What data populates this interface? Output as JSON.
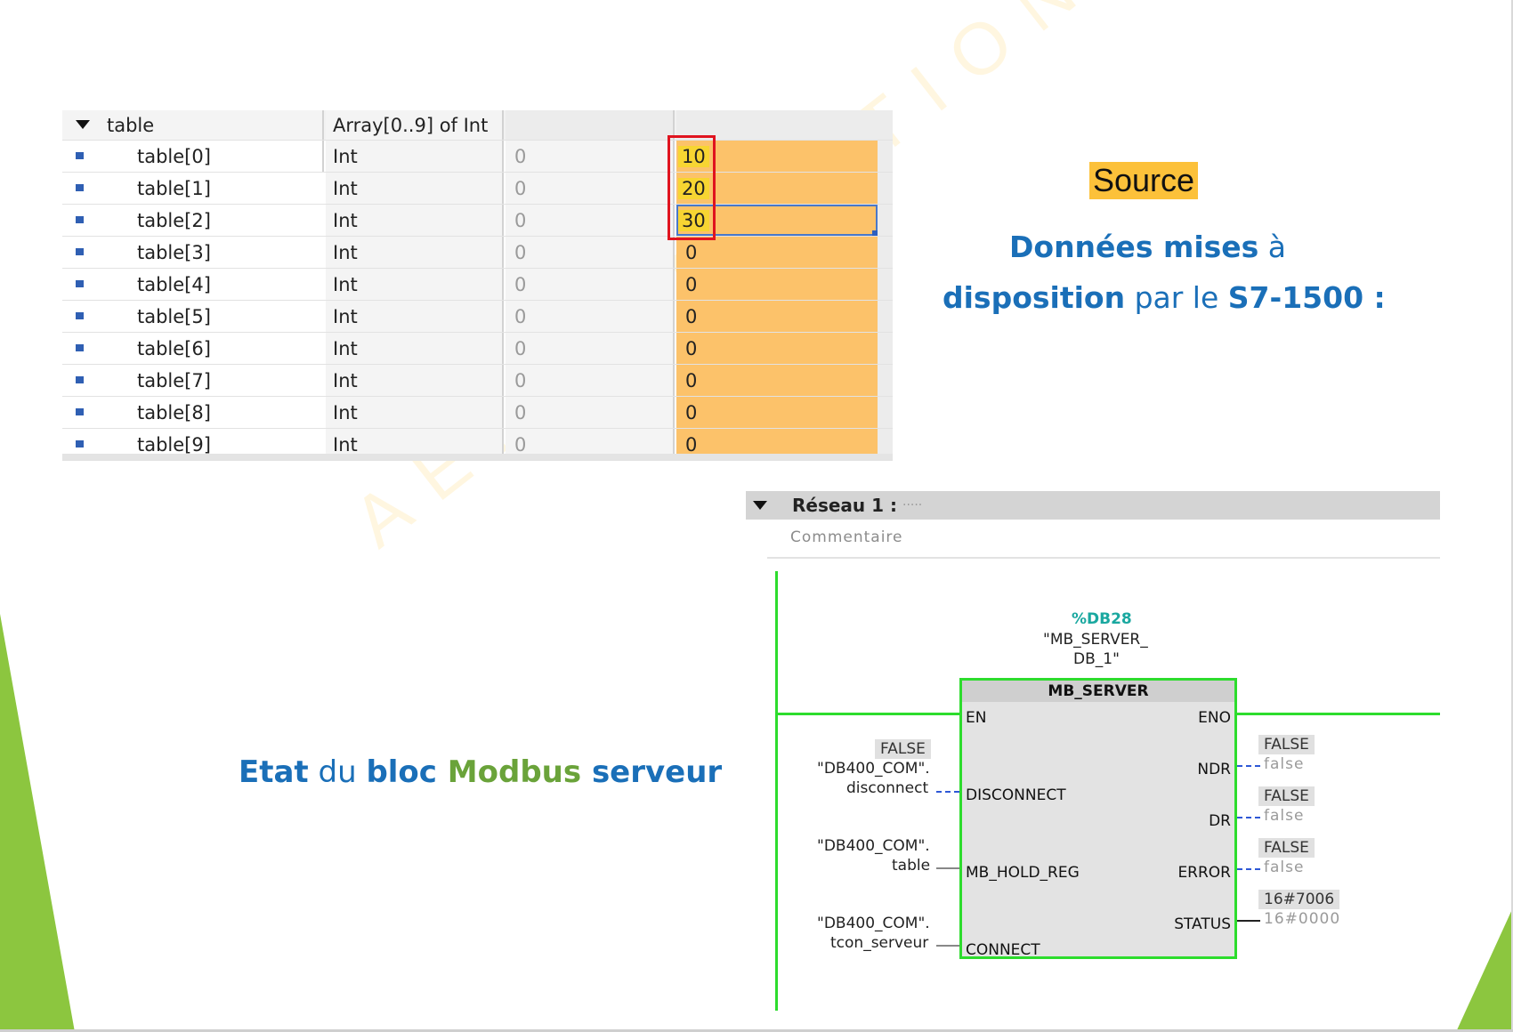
{
  "table": {
    "header": {
      "name": "table",
      "type": "Array[0..9] of Int"
    },
    "rows": [
      {
        "name": "table[0]",
        "type": "Int",
        "start": "0",
        "monitor": "10"
      },
      {
        "name": "table[1]",
        "type": "Int",
        "start": "0",
        "monitor": "20"
      },
      {
        "name": "table[2]",
        "type": "Int",
        "start": "0",
        "monitor": "30"
      },
      {
        "name": "table[3]",
        "type": "Int",
        "start": "0",
        "monitor": "0"
      },
      {
        "name": "table[4]",
        "type": "Int",
        "start": "0",
        "monitor": "0"
      },
      {
        "name": "table[5]",
        "type": "Int",
        "start": "0",
        "monitor": "0"
      },
      {
        "name": "table[6]",
        "type": "Int",
        "start": "0",
        "monitor": "0"
      },
      {
        "name": "table[7]",
        "type": "Int",
        "start": "0",
        "monitor": "0"
      },
      {
        "name": "table[8]",
        "type": "Int",
        "start": "0",
        "monitor": "0"
      },
      {
        "name": "table[9]",
        "type": "Int",
        "start": "0",
        "monitor": "0"
      }
    ],
    "highlight_color": "#fcc26a"
  },
  "slide": {
    "source_label": "Source",
    "desc": {
      "line1_bold": "Données mises",
      "line1_rest": " à",
      "line2_bold": "disposition",
      "line2_mid": " par le ",
      "line2_bold2": "S7-1500 :"
    },
    "etat": {
      "p1": "Etat",
      "p2": " du ",
      "p3": "bloc",
      "p4": " Modbus ",
      "p5": "serveur"
    },
    "watermark": "AEI FORMATION OUEST"
  },
  "network": {
    "title": "Réseau 1 :",
    "title_suffix": ".....",
    "comment": "Commentaire",
    "instance_db": "%DB28",
    "instance_name_1": "\"MB_SERVER_",
    "instance_name_2": "DB_1\"",
    "block": {
      "title": "MB_SERVER",
      "pin_en": "EN",
      "pin_eno": "ENO",
      "pin_disconnect": "DISCONNECT",
      "pin_hold_reg": "MB_HOLD_REG",
      "pin_connect": "CONNECT",
      "pin_ndr": "NDR",
      "pin_dr": "DR",
      "pin_error": "ERROR",
      "pin_status": "STATUS"
    },
    "inputs": {
      "disconnect_value": "FALSE",
      "disconnect_line1": "\"DB400_COM\".",
      "disconnect_line2": "disconnect",
      "hold_line1": "\"DB400_COM\".",
      "hold_line2": "table",
      "connect_line1": "\"DB400_COM\".",
      "connect_line2": "tcon_serveur"
    },
    "outputs": {
      "ndr_value": "FALSE",
      "ndr_sub": "false",
      "dr_value": "FALSE",
      "dr_sub": "false",
      "error_value": "FALSE",
      "error_sub": "false",
      "status_value": "16#7006",
      "status_sub": "16#0000"
    }
  },
  "colors": {
    "accent_blue": "#1a6fb8",
    "accent_green": "#6aa33a",
    "ladder_green": "#2ddc2d",
    "source_bg": "#fcc13a",
    "red_frame": "#e0141f"
  }
}
